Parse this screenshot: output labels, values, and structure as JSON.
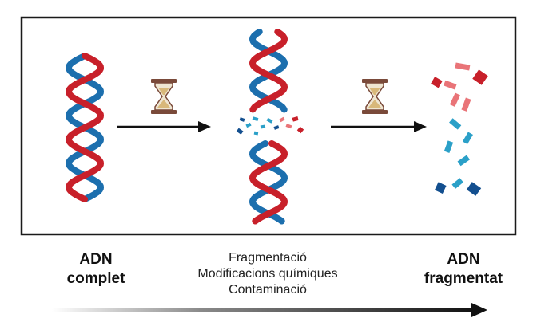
{
  "labels": {
    "start": [
      "ADN",
      "complet"
    ],
    "process": [
      "Fragmentació",
      "Modificacions químiques",
      "Contaminació"
    ],
    "end": [
      "ADN",
      "fragmentat"
    ]
  },
  "colors": {
    "frame": "#1a1a1a",
    "strand_red": "#c8202a",
    "strand_blue": "#1c6fae",
    "pink_fragment": "#e97478",
    "cyan_fragment": "#2ba0c8",
    "navy_fragment": "#134f8f",
    "hourglass_frame": "#7a4a3a",
    "hourglass_sand": "#d8b87a",
    "arrow": "#111111"
  },
  "icons": [
    "hourglass-icon",
    "hourglass-icon",
    "arrow-icon",
    "arrow-icon",
    "timeline-arrow-icon"
  ]
}
